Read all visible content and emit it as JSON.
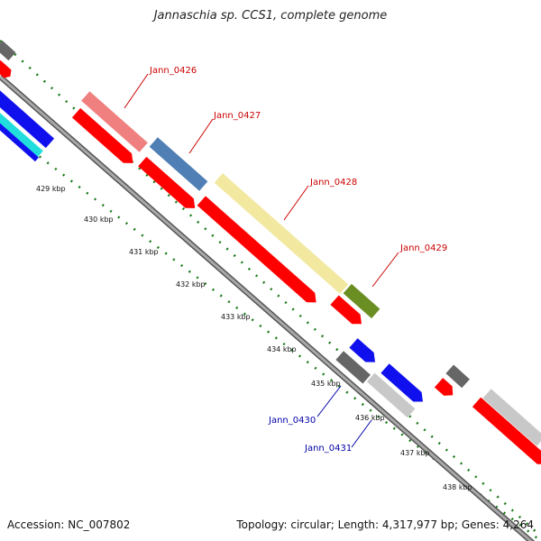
{
  "title": "Jannaschia sp. CCS1, complete genome",
  "footer": {
    "accession": "Accession: NC_007802",
    "summary": "Topology: circular; Length: 4,317,977 bp; Genes: 4,264"
  },
  "ticks": [
    "429 kbp",
    "430 kbp",
    "431 kbp",
    "432 kbp",
    "433 kbp",
    "434 kbp",
    "435 kbp",
    "436 kbp",
    "437 kbp",
    "438 kbp"
  ],
  "gene_labels": [
    {
      "id": "jann-0426",
      "text": "Jann_0426",
      "color": "#cc0000"
    },
    {
      "id": "jann-0427",
      "text": "Jann_0427",
      "color": "#cc0000"
    },
    {
      "id": "jann-0428",
      "text": "Jann_0428",
      "color": "#cc0000"
    },
    {
      "id": "jann-0429",
      "text": "Jann_0429",
      "color": "#cc0000"
    },
    {
      "id": "jann-0430",
      "text": "Jann_0430",
      "color": "#0000aa"
    },
    {
      "id": "jann-0431",
      "text": "Jann_0431",
      "color": "#0000aa"
    }
  ],
  "colors": {
    "cds": "#ff0000",
    "backbone": "#808080",
    "tick": "#1a7a1a",
    "salmon": "#f08080",
    "steelblue": "#4f7fb5",
    "khaki": "#f2e8a0",
    "olive": "#6b8e23",
    "blue": "#1010ee",
    "cyan": "#22dddd",
    "darkgray": "#666666",
    "lightgray": "#c8c8c8"
  }
}
